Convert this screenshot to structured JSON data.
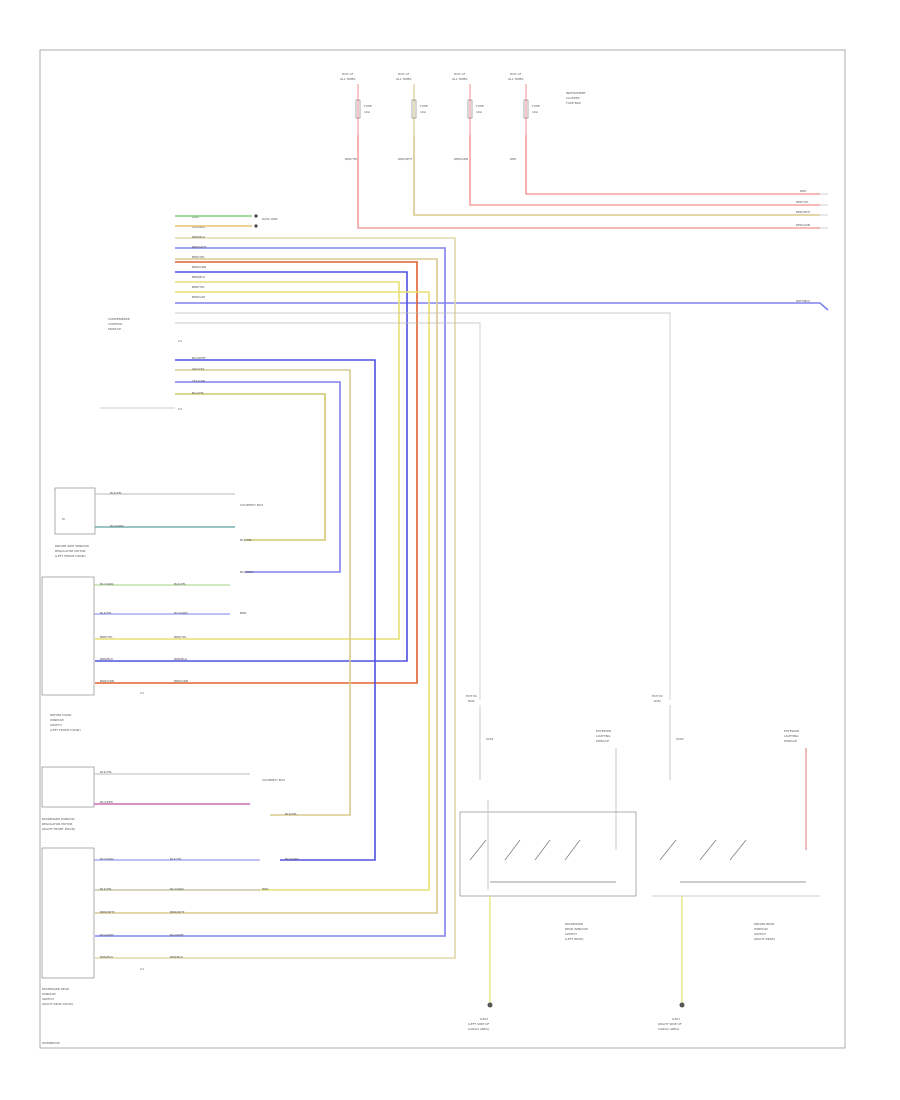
{
  "fuses": [
    {
      "id": "fuse-1",
      "line1": "HOT AT",
      "line2": "ALL TIMES",
      "rating": "10A",
      "name": "FUSE",
      "wire_label": "RED/YEL"
    },
    {
      "id": "fuse-2",
      "line1": "HOT AT",
      "line2": "ALL TIMES",
      "rating": "10A",
      "name": "FUSE",
      "wire_label": "RED/WHT"
    },
    {
      "id": "fuse-3",
      "line1": "HOT AT",
      "line2": "ALL TIMES",
      "rating": "10A",
      "name": "FUSE",
      "wire_label": "RED/GRN"
    },
    {
      "id": "fuse-4",
      "line1": "HOT AT",
      "line2": "ALL TIMES",
      "rating": "10A",
      "name": "FUSE",
      "wire_label": "RED"
    }
  ],
  "fuse_box_label": "INSTRUMENT\nCLUSTER\nFUSE BOX",
  "right_edge_labels": [
    "RED",
    "RED/YEL",
    "RED/WHT",
    "RED/GRN",
    "WHT/BLU"
  ],
  "connector_labels": {
    "top_a": "GRN",
    "top_b": "ORN/BLK",
    "data_link": "DATA LINK",
    "module_main": "CONVENIENCE\nCONTROL\nMODULE",
    "module_sub": "C1",
    "lower_pin_labels": [
      "BLU/WHT",
      "GRY/YEL",
      "YEL/GRN",
      "BLU/YEL"
    ],
    "c2": "C2"
  },
  "switch_labels": {
    "driver_front": "DRIVER SIDE WINDOW\nREGULATOR MOTOR\n(LEFT FRONT DOOR)",
    "driver_switch": "DRIVER DOOR\nWINDOW\nSWITCH\n(LEFT FRONT DOOR)",
    "pass_front": "PASSENGER WINDOW\nREGULATOR MOTOR\n(RIGHT FRONT DOOR)",
    "pass_rear": "PASSENGER REAR\nWINDOW\nSWITCH\n(RIGHT REAR DOOR)",
    "rear_left": "PASSENGER\nREAR WINDOW\nSWITCH\n(LEFT REAR)",
    "rear_right": "DRIVER REAR\nWINDOW\nSWITCH\n(RIGHT REAR)",
    "ground_left": "G302\n(LEFT SIDE OF\nCARGO AREA)",
    "ground_right": "G301\n(RIGHT SIDE OF\nCARGO AREA)",
    "courtesy": "COURTESY BUS",
    "hot_left": "HOT IN\nRUN",
    "hot_right": "HOT IN\nRUN",
    "splice": "S201",
    "splice2": "S202",
    "window_reg_left": "EXTERIOR\nLIGHTING\nMODULE",
    "window_reg_right": "EXTERIOR\nLIGHTING\nMODULE",
    "footer": "W/WINDOW"
  },
  "colors": {
    "red": "#f4a0a0",
    "redyel": "#e38a8a",
    "blue": "#5050e0",
    "violet": "#8080f0",
    "orange": "#e06030",
    "yellow": "#e8e070",
    "tan": "#d8c890",
    "green": "#80d080",
    "teal": "#5ca0a0",
    "gray": "#bbbbbb",
    "magenta": "#c050a0",
    "olive": "#c8c060"
  }
}
